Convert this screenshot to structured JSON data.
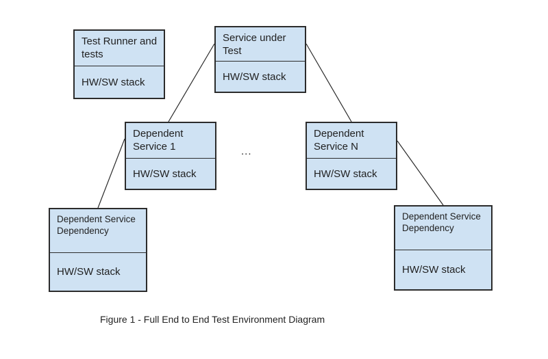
{
  "diagram": {
    "nodes": {
      "test_runner": {
        "title": "Test Runner and tests",
        "stack": "HW/SW stack"
      },
      "service_under_test": {
        "title": "Service under Test",
        "stack": "HW/SW stack"
      },
      "dependent_service_1": {
        "title": "Dependent Service 1",
        "stack": "HW/SW stack"
      },
      "dependent_service_n": {
        "title": "Dependent Service N",
        "stack": "HW/SW stack"
      },
      "dependency_left": {
        "title": "Dependent Service Dependency",
        "stack": "HW/SW stack"
      },
      "dependency_right": {
        "title": "Dependent Service Dependency",
        "stack": "HW/SW stack"
      }
    },
    "ellipsis": "...",
    "caption": "Figure 1 - Full End to End Test Environment Diagram",
    "colors": {
      "box_fill": "#cfe2f3",
      "box_border": "#2b2b2b",
      "connector": "#2a2a2a"
    }
  }
}
